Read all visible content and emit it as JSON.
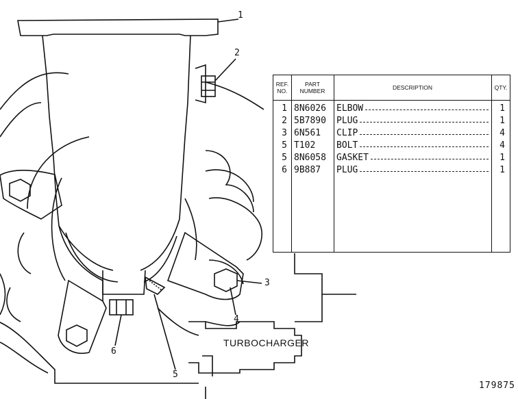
{
  "callouts": [
    "1",
    "2",
    "3",
    "4",
    "5",
    "6"
  ],
  "turbo_label": "TURBOCHARGER",
  "figure_id": "179875",
  "table": {
    "headers": {
      "ref": [
        "REF.",
        "NO."
      ],
      "part": [
        "PART",
        "NUMBER"
      ],
      "description": "DESCRIPTION",
      "qty": "QTY."
    },
    "rows": [
      {
        "ref": "1",
        "part": "8N6026",
        "description": "ELBOW",
        "qty": "1"
      },
      {
        "ref": "2",
        "part": "5B7890",
        "description": "PLUG",
        "qty": "1"
      },
      {
        "ref": "3",
        "part": "6N561",
        "description": "CLIP",
        "qty": "4"
      },
      {
        "ref": "5",
        "part": "T102",
        "description": "BOLT",
        "qty": "4"
      },
      {
        "ref": "5",
        "part": "8N6058",
        "description": "GASKET",
        "qty": "1"
      },
      {
        "ref": "6",
        "part": "9B887",
        "description": "PLUG",
        "qty": "1"
      }
    ]
  }
}
